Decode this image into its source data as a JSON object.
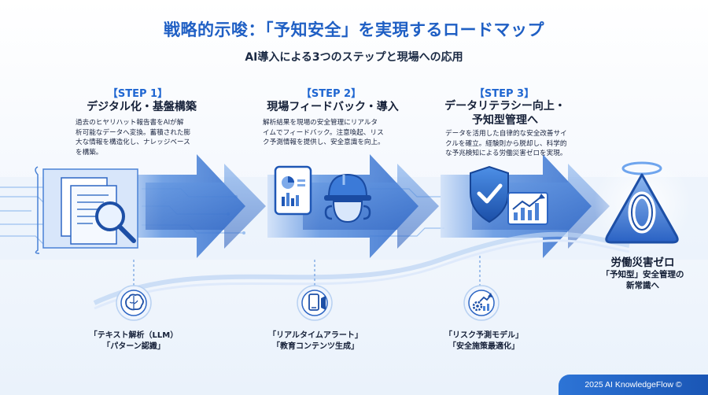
{
  "header": {
    "title": "戦略的示唆：「予知安全」を実現するロードマップ",
    "subtitle": "AI導入による3つのステップと現場への応用"
  },
  "steps": [
    {
      "label": "【STEP 1】",
      "heading": "デジタル化・基盤構築",
      "description": [
        "過去のヒヤリハット報告書をAIが解",
        "析可能なデータへ変換。蓄積された膨",
        "大な情報を構造化し、ナレッジベース",
        "を構築。"
      ],
      "icon": "document-magnifier-icon",
      "tool_icon": "brain-icon",
      "tool_lines": [
        "「テキスト解析（LLM）",
        "「パターン認識」"
      ]
    },
    {
      "label": "【STEP 2】",
      "heading": "現場フィードバック・導入",
      "description": [
        "解析結果を現場の安全管理にリアルタ",
        "イムでフィードバック。注意喚起、リス",
        "ク予測情報を提供し、安全意識を向上。"
      ],
      "icon": "tablet-helmet-icon",
      "tool_icon": "phone-alert-icon",
      "tool_lines": [
        "「リアルタイムアラート」",
        "「教育コンテンツ生成」"
      ]
    },
    {
      "label": "【STEP 3】",
      "heading_lines": [
        "データリテラシー向上・",
        "予知型管理へ"
      ],
      "description": [
        "データを活用した自律的な安全改善サイ",
        "クルを確立。経験則から脱却し、科学的",
        "な予兆検知による労働災害ゼロを実現。"
      ],
      "icon": "shield-chart-icon",
      "tool_icon": "gear-chart-icon",
      "tool_lines": [
        "「リスク予測モデル」",
        "「安全施策最適化」"
      ]
    }
  ],
  "goal": {
    "title": "労働災害ゼロ",
    "subtitle_lines": [
      "「予知型」安全管理の",
      "新常識へ"
    ],
    "icon": "zero-halo-icon"
  },
  "footer": {
    "text": "2025 AI KnowledgeFlow ©"
  },
  "colors": {
    "accent": "#1f5fc4",
    "arrow": "#2e6fd2",
    "light": "#dbe8fa"
  }
}
